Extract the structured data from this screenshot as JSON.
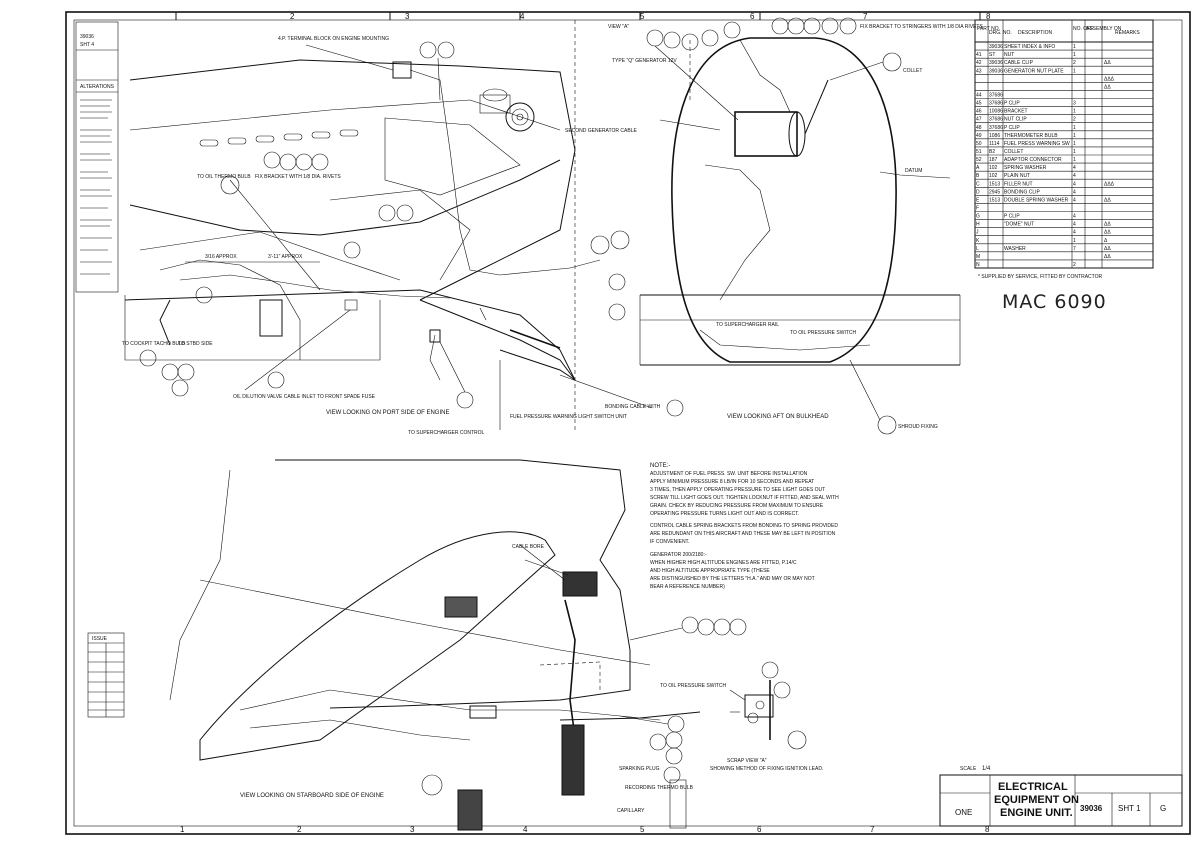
{
  "drawing": {
    "handwritten_ref": "MAC 6090",
    "drawing_number": "39036",
    "sheet": "SHT 1",
    "issue": "G",
    "scale_label": "SCALE",
    "scale_value": "1/4",
    "title_lines": [
      "ELECTRICAL",
      "EQUIPMENT ON",
      "ENGINE UNIT."
    ],
    "qty_label": "ONE",
    "stamp_left": "39036",
    "stamp_left_sub": "SHT 4"
  },
  "grid": {
    "top": [
      "2",
      "3",
      "4",
      "5",
      "6",
      "7",
      "8"
    ],
    "bottom": [
      "1",
      "2",
      "3",
      "4",
      "5",
      "6",
      "7",
      "8"
    ]
  },
  "views": {
    "port": "VIEW LOOKING ON PORT SIDE OF ENGINE",
    "aft": "VIEW LOOKING AFT ON BULKHEAD",
    "starboard": "VIEW LOOKING ON STARBOARD SIDE OF ENGINE",
    "scrap": "SCRAP VIEW \"A\"",
    "scrap_sub": "SHOWING METHOD OF FIXING IGNITION LEAD."
  },
  "callouts": {
    "terminal_block": "4.P. TERMINAL BLOCK ON ENGINE MOUNTING",
    "thermo_bulb": "TO OIL THERMO BULB",
    "fix_bracket": "FIX BRACKET WITH 1/8 DIA. RIVETS",
    "to_cockpit": "TO COCKPIT TACHO BULB",
    "to_stbd": "TO STBD SIDE",
    "valve_cable": "OIL DILUTION VALVE CABLE INLET TO FRONT SPADE FUSE",
    "supercharger_control": "TO SUPERCHARGER CONTROL",
    "fuel_pressure": "FUEL PRESSURE WARNING LIGHT SWITCH UNIT",
    "bonding_cable": "BONDING CABLE WITH",
    "generator": "TYPE \"Q\" GENERATOR 12V",
    "second_generator": "SECOND GENERATOR CABLE",
    "collet": "COLLET",
    "datum": "DATUM",
    "supercharger_rail": "TO SUPERCHARGER RAIL",
    "pressure_switch": "TO OIL PRESSURE SWITCH",
    "sparking_plug": "SPARKING PLUG",
    "shroud_fixing": "SHROUD FIXING",
    "capillary": "CAPILLARY",
    "recording_thermo": "RECORDING THERMO BULB",
    "cable_bore": "CABLE BORE",
    "eye_dim": "3/16 APPROX",
    "eye_dim2": "3'-11\" APPROX",
    "view_a": "VIEW \"A\"",
    "mac_ref": "FIX BRACKET TO STRINGERS WITH 1/8 DIA RIVETS"
  },
  "notes": {
    "heading": "NOTE:-",
    "lines": [
      "ADJUSTMENT OF FUEL PRESS. SW. UNIT BEFORE INSTALLATION",
      "APPLY MINIMUM PRESSURE 8 LB/IN FOR 10 SECONDS AND REPEAT",
      "3 TIMES, THEN APPLY OPERATING PRESSURE TO SEE LIGHT GOES OUT",
      "SCREW TILL LIGHT GOES OUT. TIGHTEN LOCKNUT IF FITTED, AND SEAL WITH",
      "GRAIN. CHECK BY REDUCING PRESSURE FROM MAXIMUM TO ENSURE",
      "OPERATING PRESSURE TURNS LIGHT OUT AND IS CORRECT.",
      "CONTROL CABLE SPRING BRACKETS FROM BONDING TO SPRING PROVIDED",
      "ARE REDUNDANT ON THIS AIRCRAFT AND THESE MAY BE LEFT IN POSITION",
      "IF CONVENIENT.",
      "GENERATOR 200/2180:-",
      "WHEN HIGHER HIGH ALTITUDE ENGINES ARE FITTED, P.14/C",
      "AND HIGH ALTITUDE APPROPRIATE TYPE (THESE",
      "ARE DISTINGUISHED BY THE LETTERS \"H.A.\" AND MAY OR MAY NOT",
      "BEAR A REFERENCE NUMBER)"
    ]
  },
  "parts_table": {
    "headers": [
      "PART NO.",
      "DRG. NO.",
      "DESCRIPTION",
      "NO. OFF",
      "ASSEMBLY ON",
      "REMARKS"
    ],
    "rows": [
      [
        "",
        "39036",
        "SHEET INDEX & INFO",
        "1",
        "",
        ""
      ],
      [
        "41",
        "ST",
        "NUT",
        "1",
        "",
        ""
      ],
      [
        "42",
        "39036",
        "CABLE CLIP",
        "2",
        "",
        "ΔΔ"
      ],
      [
        "43",
        "39036",
        "GENERATOR NUT PLATE",
        "1",
        "",
        ""
      ],
      [
        "",
        "",
        "",
        "",
        "",
        "ΔΔΔ"
      ],
      [
        "",
        "",
        "",
        "",
        "",
        "ΔΔ"
      ],
      [
        "44",
        "37686",
        "",
        "",
        "",
        ""
      ],
      [
        "45",
        "37686",
        "P CLIP",
        "3",
        "",
        ""
      ],
      [
        "46",
        "10086",
        "BRACKET",
        "1",
        "",
        ""
      ],
      [
        "47",
        "37686",
        "NUT CLIP",
        "2",
        "",
        ""
      ],
      [
        "48",
        "37686",
        "P CLIP",
        "1",
        "",
        ""
      ],
      [
        "49",
        "1086",
        "THERMOMETER BULB",
        "1",
        "",
        ""
      ],
      [
        "50",
        "1114",
        "FUEL PRESS WARNING SW",
        "1",
        "",
        ""
      ],
      [
        "51",
        "B2",
        "COLLET",
        "1",
        "",
        ""
      ],
      [
        "52",
        "187",
        "ADAPTOR CONNECTOR",
        "1",
        "",
        ""
      ],
      [
        "A",
        "102",
        "SPRING WASHER",
        "4",
        "",
        ""
      ],
      [
        "B",
        "102",
        "PLAIN NUT",
        "4",
        "",
        ""
      ],
      [
        "C",
        "1513",
        "FILLER NUT",
        "4",
        "",
        "ΔΔΔ"
      ],
      [
        "D",
        "2945",
        "BONDING CLIP",
        "4",
        "",
        ""
      ],
      [
        "E",
        "1513",
        "DOUBLE SPRING WASHER",
        "4",
        "",
        "ΔΔ"
      ],
      [
        "F",
        "",
        "",
        "",
        "",
        ""
      ],
      [
        "G",
        "",
        "P CLIP",
        "4",
        "",
        ""
      ],
      [
        "H",
        "",
        "\"DOME\" NUT",
        "4",
        "",
        "ΔΔ"
      ],
      [
        "J",
        "",
        "",
        "4",
        "",
        "ΔΔ"
      ],
      [
        "K",
        "",
        "",
        "1",
        "",
        "Δ"
      ],
      [
        "L",
        "",
        "WASHER",
        "7",
        "",
        "ΔΔ"
      ],
      [
        "M",
        "",
        "",
        "",
        "",
        "ΔΔ"
      ],
      [
        "N",
        "",
        "",
        "2",
        "",
        ""
      ]
    ],
    "footnote": "* SUPPLIED BY SERVICE, FITTED BY CONTRACTOR"
  },
  "issue_table": {
    "header": "ISSUE",
    "rows": [
      [
        "",
        ""
      ],
      [
        "",
        ""
      ],
      [
        "",
        ""
      ],
      [
        "",
        ""
      ],
      [
        "",
        ""
      ],
      [
        "",
        ""
      ],
      [
        "",
        ""
      ],
      [
        "",
        ""
      ],
      [
        "",
        ""
      ]
    ]
  },
  "alterations": {
    "header": "ALTERATIONS",
    "stamp_top": "39036",
    "stamp_sub": "SHT 4"
  }
}
